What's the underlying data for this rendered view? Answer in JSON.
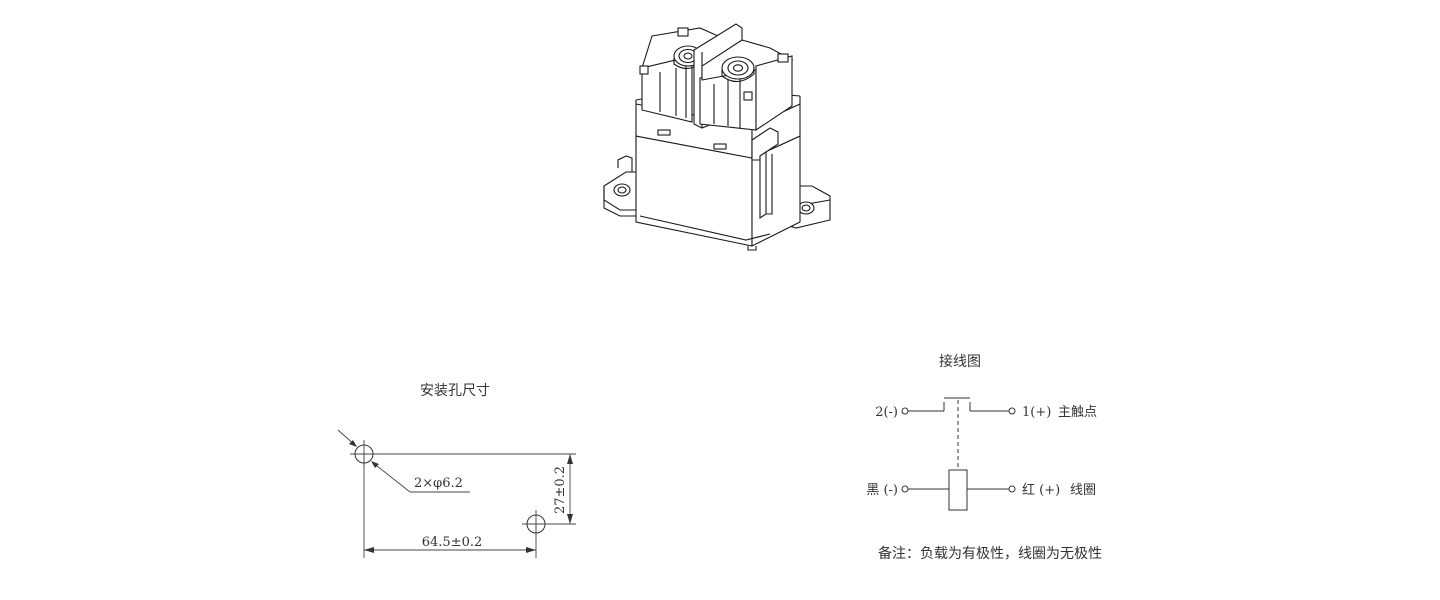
{
  "mounting": {
    "title": "安装孔尺寸",
    "hole_spec": "2×φ6.2",
    "width_dim": "64.5±0.2",
    "height_dim": "27±0.2"
  },
  "wiring": {
    "title": "接线图",
    "main_left": "2(-)",
    "main_right": "1(+)",
    "main_label": "主触点",
    "coil_left": "黑 (-)",
    "coil_right": "红 (+)",
    "coil_label": "线圈",
    "note": "备注：负载为有极性，线圈为无极性"
  }
}
